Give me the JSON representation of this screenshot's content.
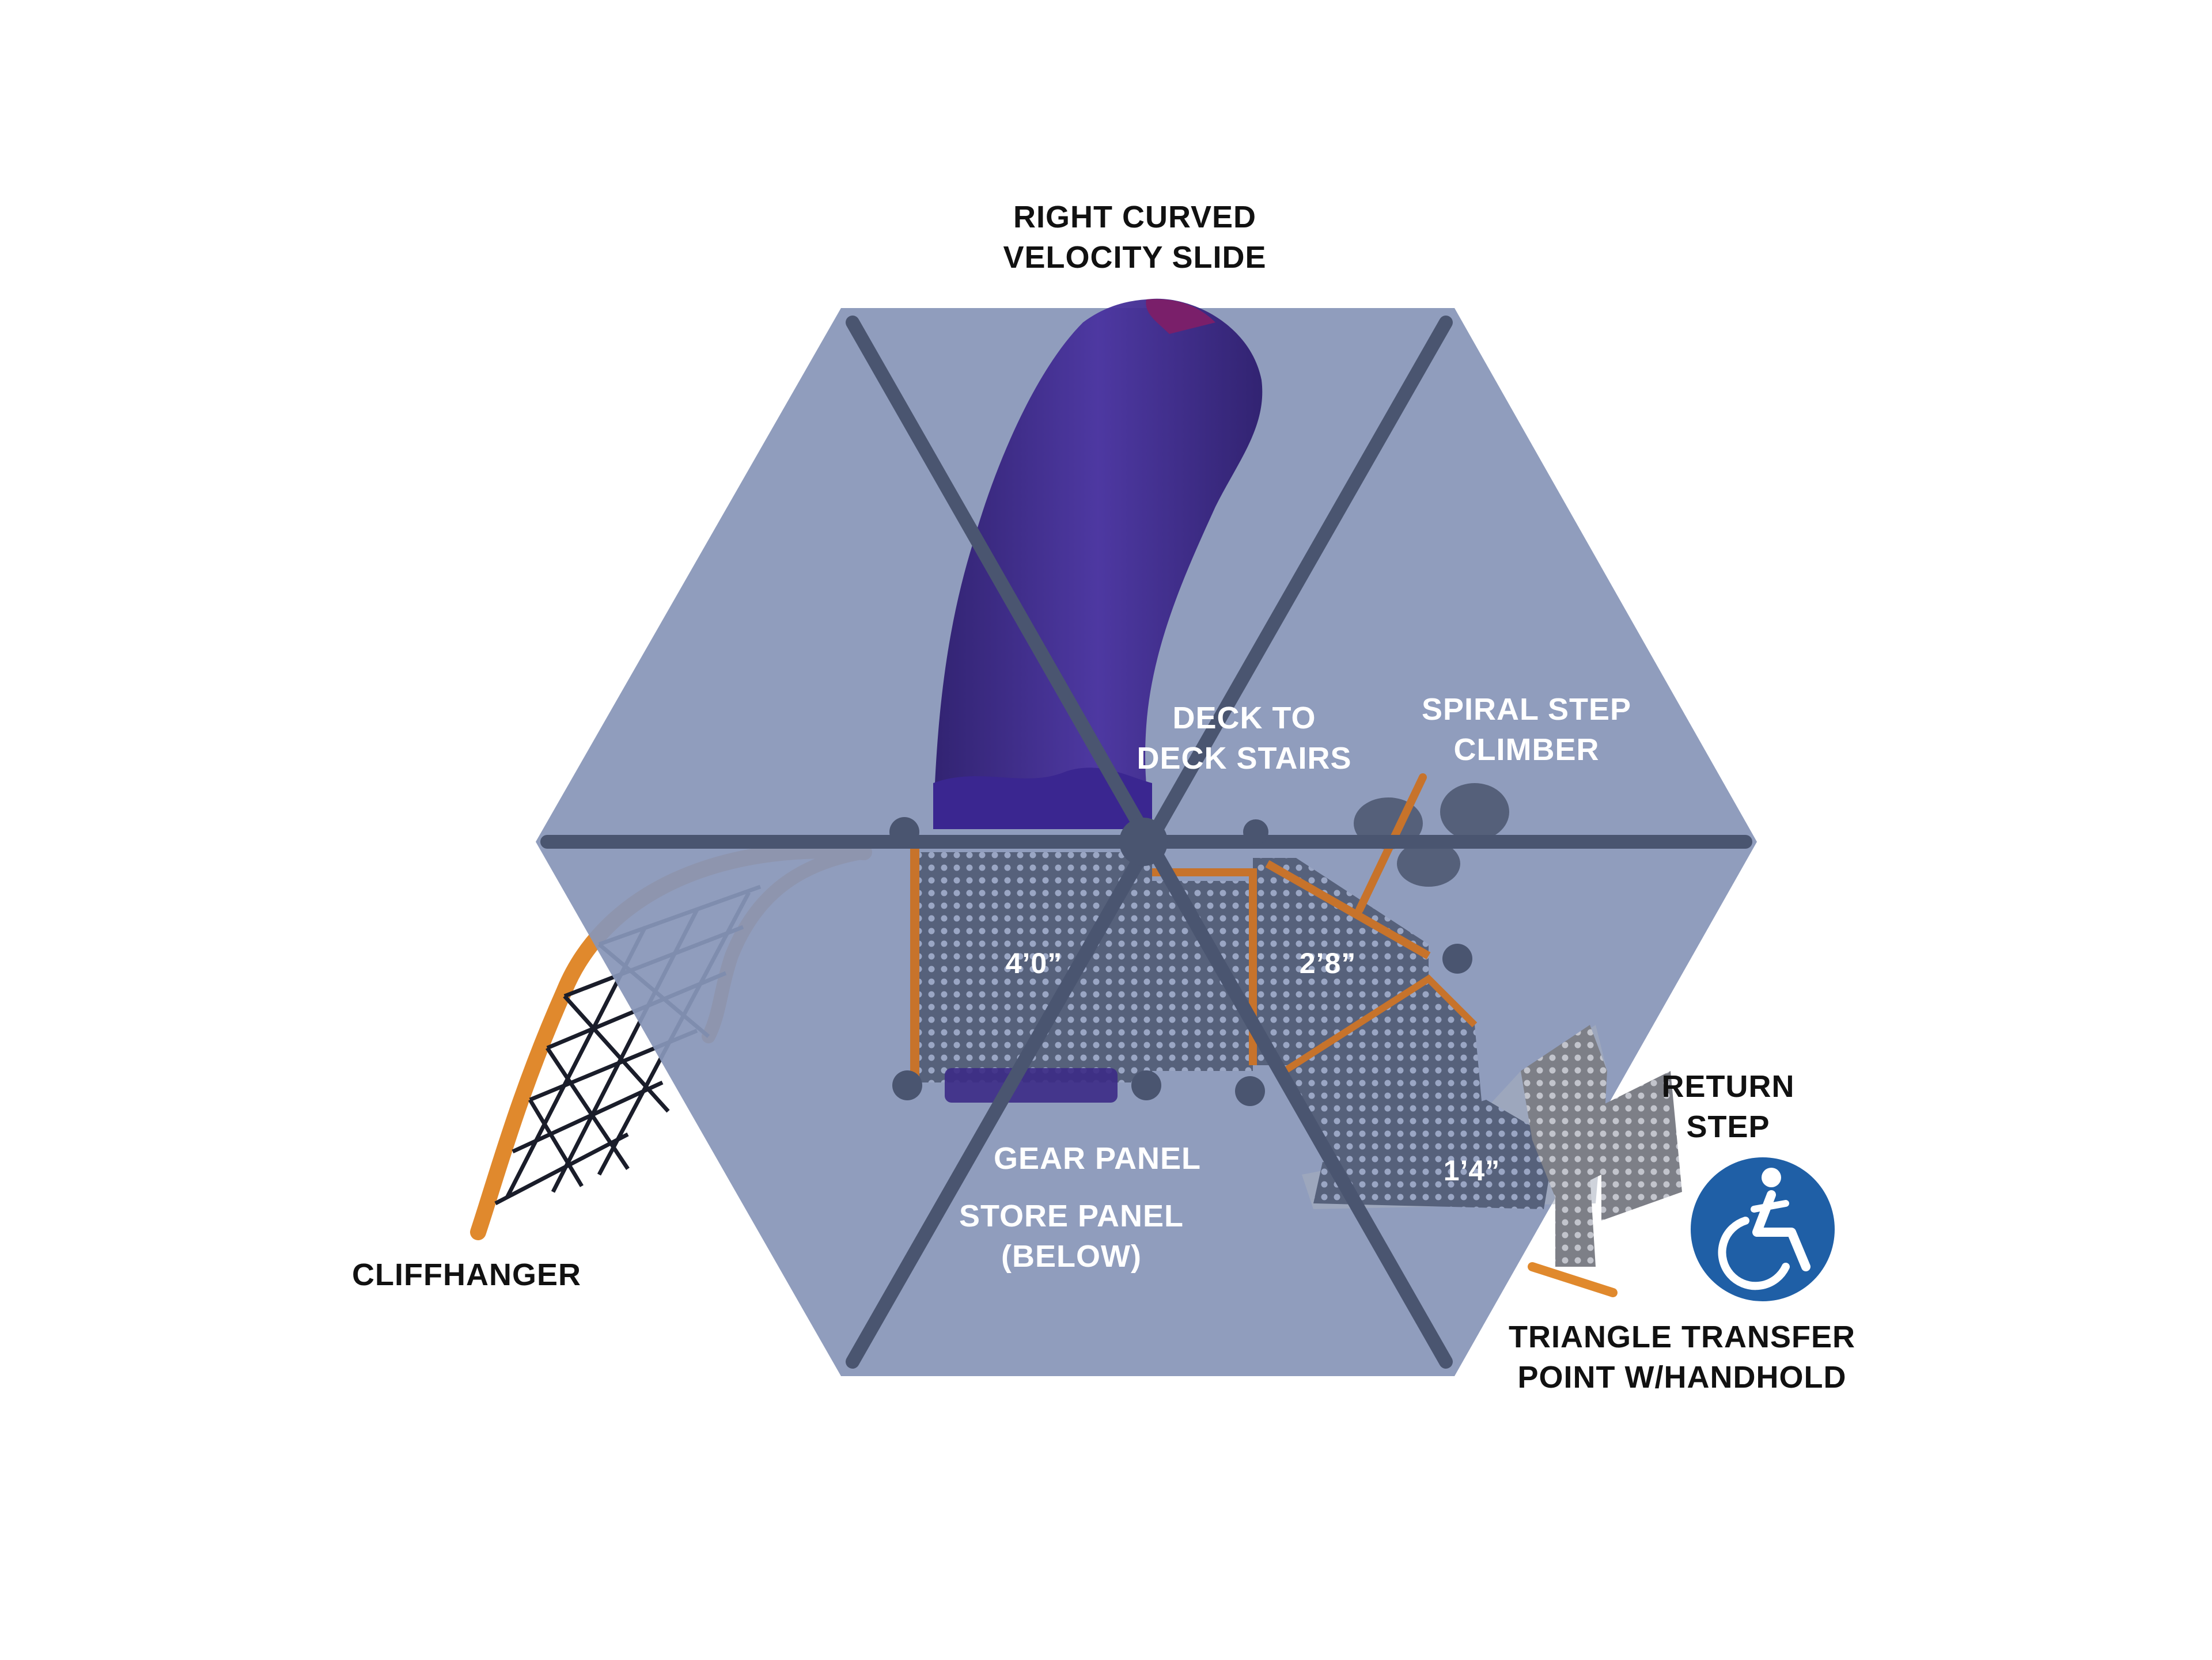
{
  "labels": {
    "slide_line1": "RIGHT CURVED",
    "slide_line2": "VELOCITY SLIDE",
    "stairs_line1": "DECK TO",
    "stairs_line2": "DECK STAIRS",
    "spiral_line1": "SPIRAL STEP",
    "spiral_line2": "CLIMBER",
    "return_line1": "RETURN",
    "return_line2": "STEP",
    "gear_panel": "GEAR PANEL",
    "store_line1": "STORE PANEL",
    "store_line2": "(BELOW)",
    "cliffhanger": "CLIFFHANGER",
    "transfer_line1": "TRIANGLE TRANSFER",
    "transfer_line2": "POINT W/HANDHOLD"
  },
  "dimensions": {
    "deck_left": "4’0”",
    "deck_right": "2’8”",
    "transfer": "1’4”"
  },
  "icons": {
    "accessibility": "wheelchair-accessible-icon"
  },
  "colors": {
    "shade": "#8896b8",
    "frame": "#4a5570",
    "slide": "#3f2a8c",
    "accent_orange": "#e8892b",
    "deck": "#6a7590",
    "access_badge": "#1f5fa6"
  }
}
